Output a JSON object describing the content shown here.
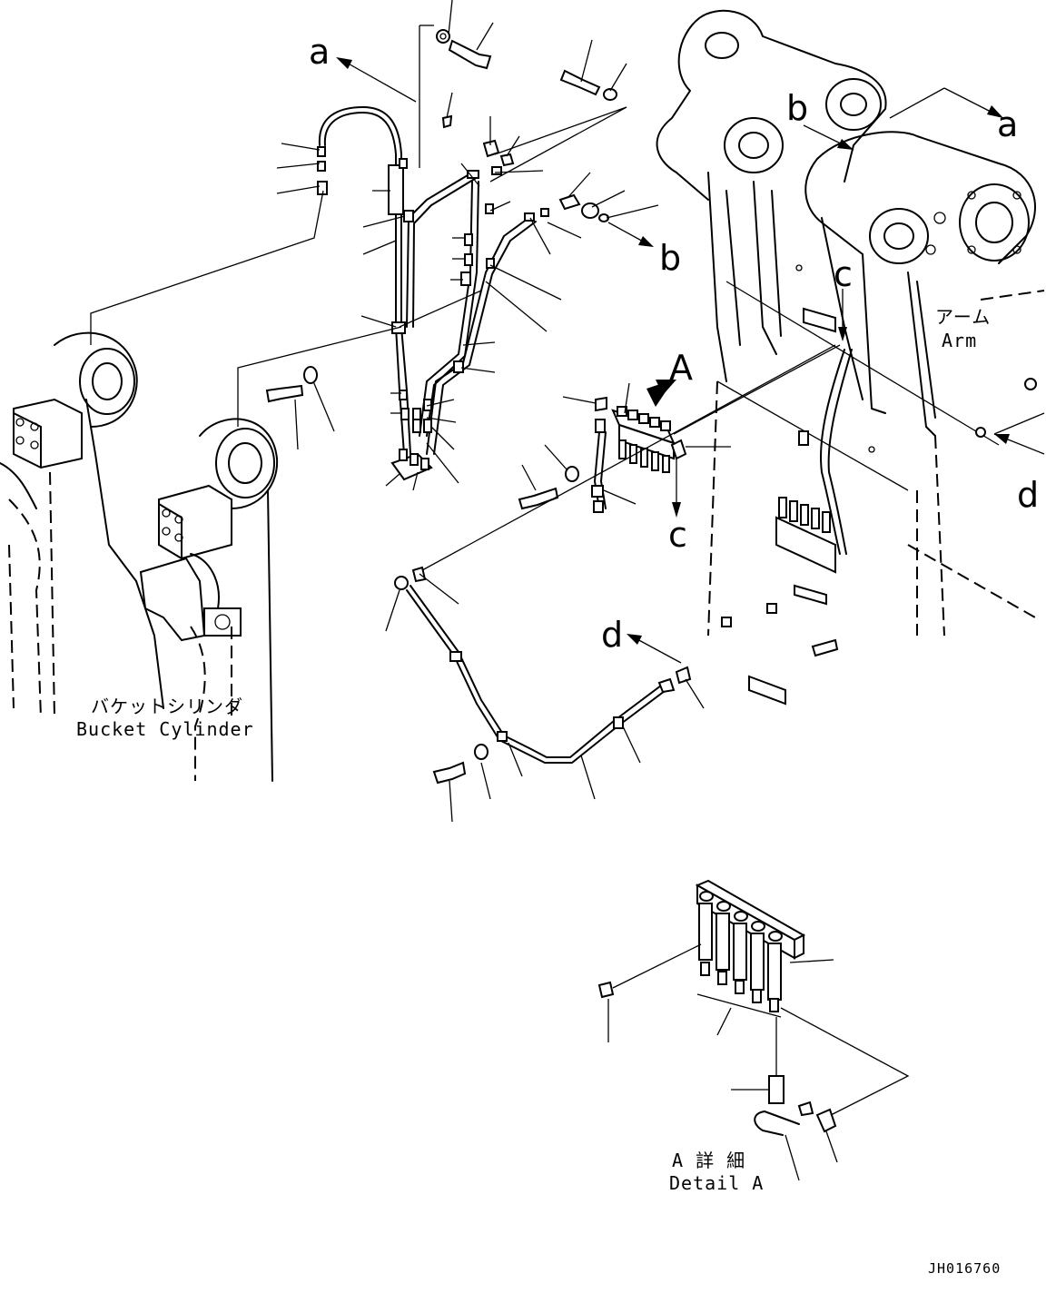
{
  "callouts": {
    "a": "a",
    "b": "b",
    "c": "c",
    "d": "d",
    "A": "A"
  },
  "labels": {
    "bucket_cylinder_jp": "バケットシリンダ",
    "bucket_cylinder_en": "Bucket Cylinder",
    "arm_jp": "アーム",
    "arm_en": "Arm",
    "detail_jp": "A 詳 細",
    "detail_en": "Detail A"
  },
  "drawing_code": "JH016760"
}
